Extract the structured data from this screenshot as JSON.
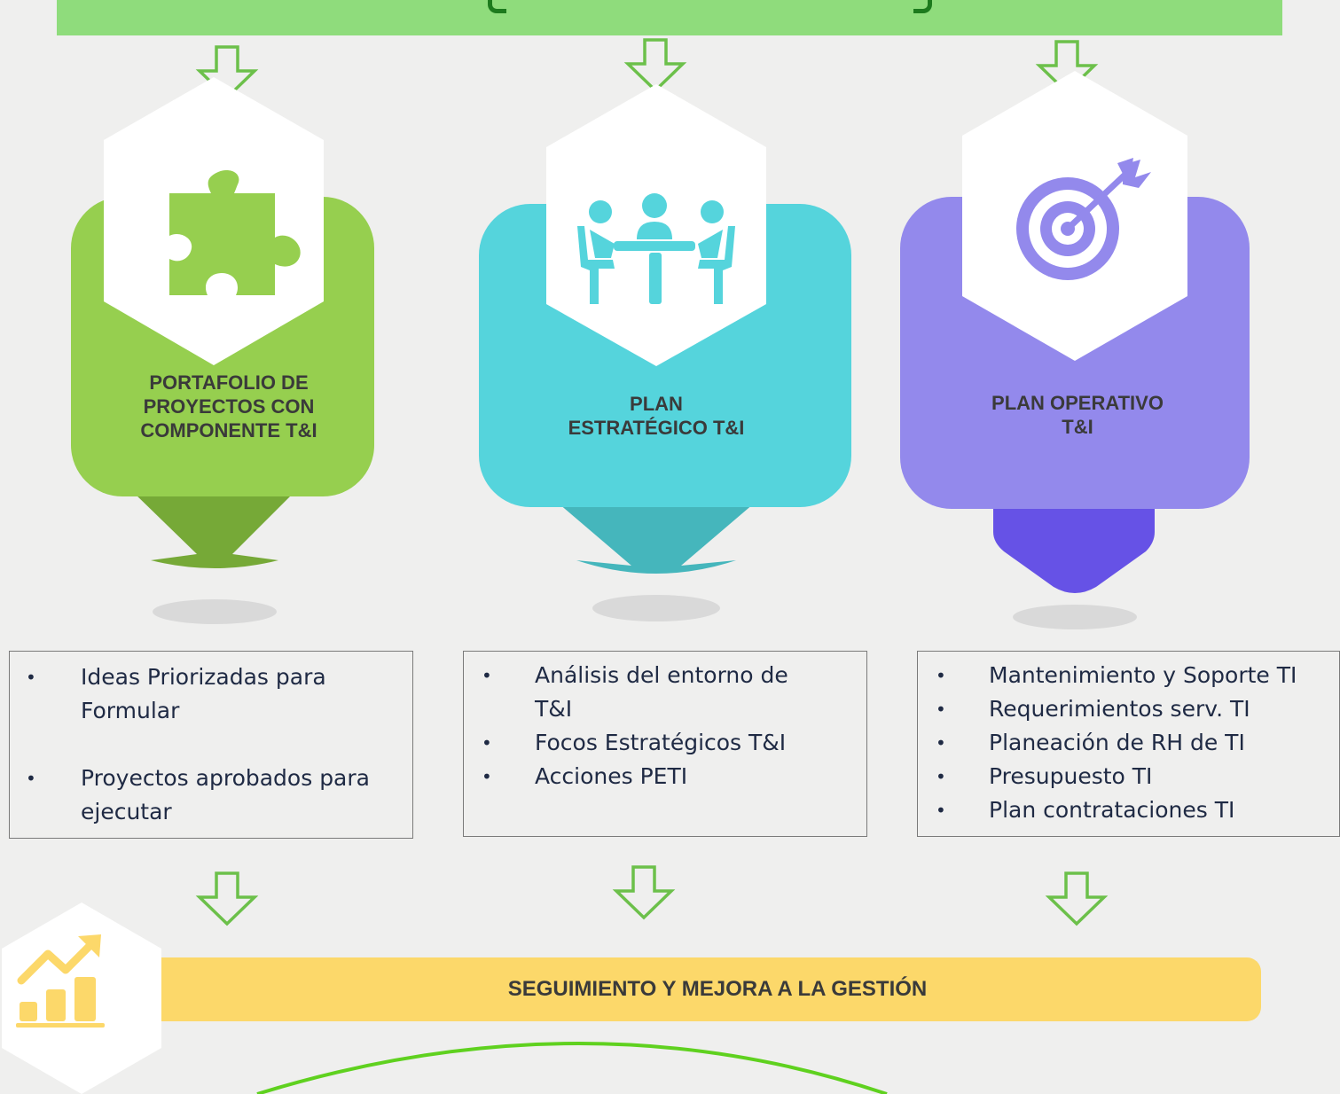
{
  "colors": {
    "background": "#efefee",
    "top_bar": "#8fdc7c",
    "arrow": "#6cc04a",
    "green": "#96cf4f",
    "green_dark": "#76a937",
    "teal": "#55d4dc",
    "teal_dark": "#45b6bc",
    "purple": "#9389ec",
    "purple_dark": "#6652e6",
    "yellow": "#fcd86a",
    "title_text": "#3a3a3a",
    "body_text": "#1f2a44"
  },
  "cards": [
    {
      "title": "PORTAFOLIO DE\nPROYECTOS CON\nCOMPONENTE T&I",
      "icon": "puzzle-icon",
      "items": [
        "Ideas Priorizadas para Formular",
        "Proyectos aprobados para ejecutar"
      ]
    },
    {
      "title": "PLAN\nESTRATÉGICO T&I",
      "icon": "meeting-icon",
      "items": [
        "Análisis del entorno de T&I",
        "Focos Estratégicos T&I",
        "Acciones PETI"
      ]
    },
    {
      "title": "PLAN OPERATIVO\nT&I",
      "icon": "target-icon",
      "items": [
        "Mantenimiento y Soporte TI",
        "Requerimientos serv. TI",
        "Planeación de RH de TI",
        "Presupuesto TI",
        "Plan contrataciones TI"
      ]
    }
  ],
  "bottom_bar": {
    "label": "SEGUIMIENTO Y MEJORA A LA GESTIÓN",
    "icon": "growth-chart-icon"
  }
}
